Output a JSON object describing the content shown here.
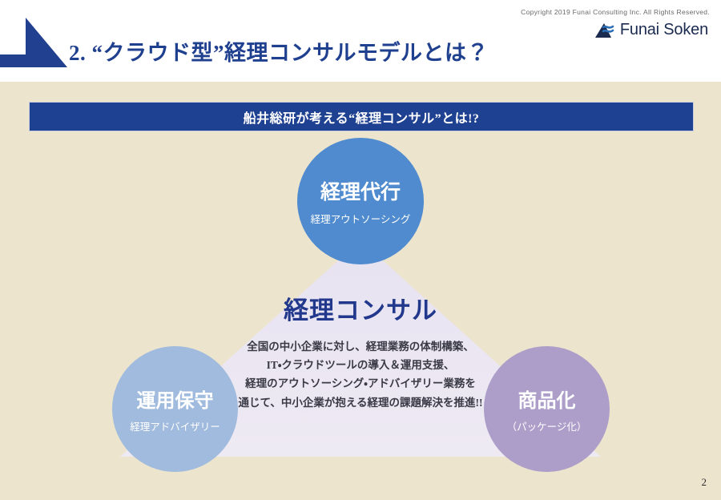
{
  "header": {
    "title": "2. “クラウド型”経理コンサルモデルとは？",
    "copyright": "Copyright 2019  Funai Consulting Inc. All  Rights  Reserved.",
    "logo_text": "Funai Soken",
    "logo_icon": "funai-wave-mark",
    "corner_icon": "blue-triangle-decoration"
  },
  "banner": {
    "text": "船井総研が考える“経理コンサル”とは!?"
  },
  "circles": [
    {
      "id": "top",
      "title": "経理代行",
      "subtitle": "経理アウトソーシング",
      "color": "#4f8bce"
    },
    {
      "id": "left",
      "title": "運用保守",
      "subtitle": "経理アドバイザリー",
      "color": "#a0bbdd"
    },
    {
      "id": "right",
      "title": "商品化",
      "subtitle": "（パッケージ化）",
      "color": "#ad9ec9"
    }
  ],
  "center": {
    "heading": "経理コンサル",
    "lines": [
      "全国の中小企業に対し、経理業務の体制構築、",
      "IT・クラウドツールの導入＆運用支援、",
      "経理のアウトソーシング・アドバイザリー業務を",
      "通じて、中小企業が抱える経理の課題解決を推進!!"
    ]
  },
  "footer": {
    "page_number": "2"
  },
  "colors": {
    "brand_blue": "#1f4191",
    "title_blue": "#1f3f8f",
    "canvas_beige": "#ece4cd",
    "center_lavender": "#ebe7f2",
    "heading_blue": "#21388c"
  }
}
